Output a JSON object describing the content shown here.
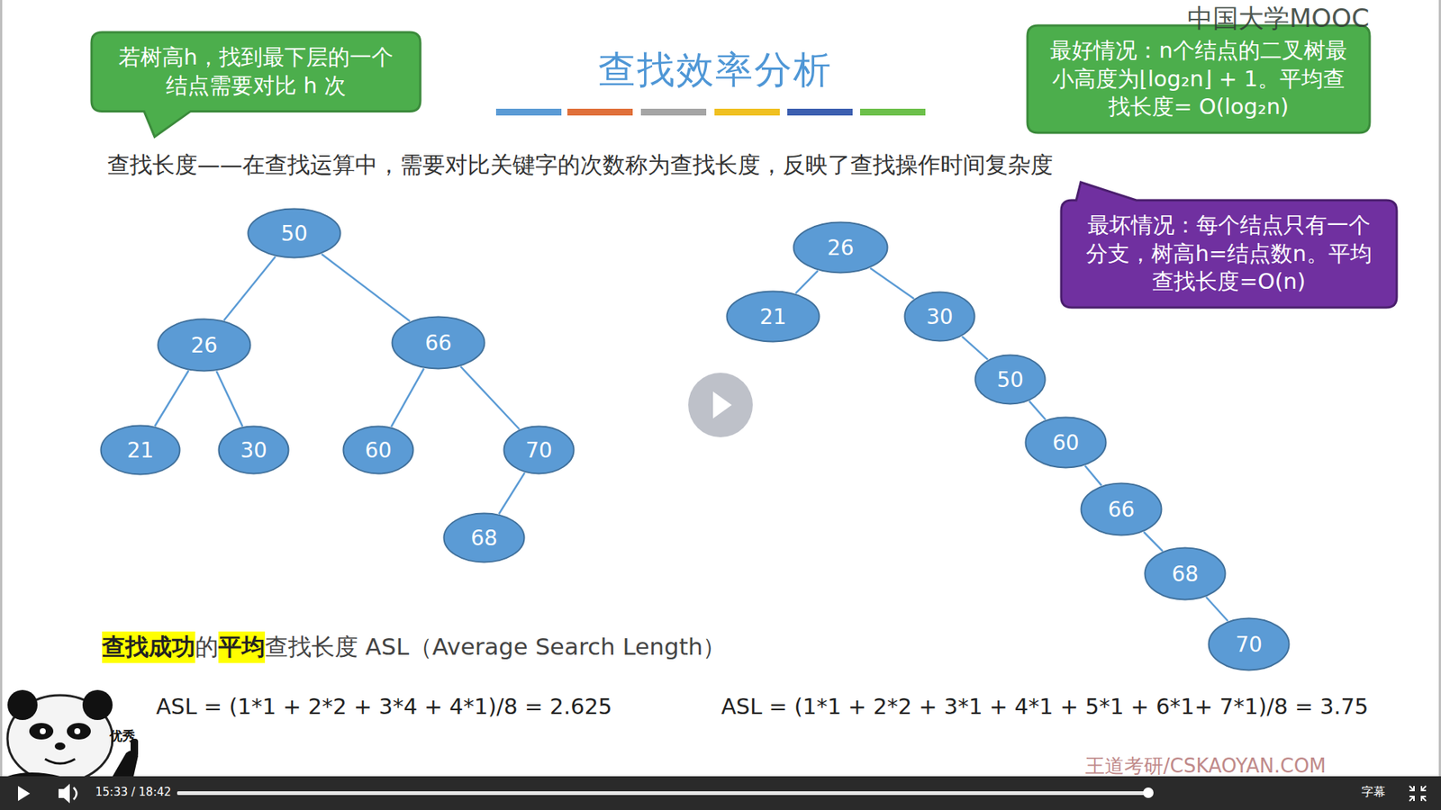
{
  "diagram": {
    "title": "查找效率分析",
    "nodes": [
      {
        "text": [
          "若树高h，找到最下层的一个结点需要对比 h 次"
        ]
      },
      {
        "text": [
          "最好情况：n个结点的二叉树最小高度为⌊log₂n⌋ + 1。平均查找长度= O(log₂n)"
        ]
      },
      {
        "text": [
          "最坏情况：每个结点只有一个分支，树高h=结点数n。平均查找长度=O(n)"
        ]
      },
      {
        "text": [
          "50"
        ]
      },
      {
        "text": [
          "26"
        ]
      },
      {
        "text": [
          "66"
        ]
      },
      {
        "text": [
          "21"
        ]
      },
      {
        "text": [
          "30"
        ]
      },
      {
        "text": [
          "60"
        ]
      },
      {
        "text": [
          "70"
        ]
      },
      {
        "text": [
          "68"
        ]
      },
      {
        "text": [
          "26"
        ]
      },
      {
        "text": [
          "21"
        ]
      },
      {
        "text": [
          "30"
        ]
      },
      {
        "text": [
          "50"
        ]
      },
      {
        "text": [
          "60"
        ]
      },
      {
        "text": [
          "66"
        ]
      },
      {
        "text": [
          "68"
        ]
      },
      {
        "text": [
          "70"
        ]
      }
    ],
    "edges": [
      {
        "from": 3,
        "to": 4,
        "arrow": "none"
      },
      {
        "from": 3,
        "to": 5,
        "arrow": "none"
      },
      {
        "from": 4,
        "to": 6,
        "arrow": "none"
      },
      {
        "from": 4,
        "to": 7,
        "arrow": "none"
      },
      {
        "from": 5,
        "to": 8,
        "arrow": "none"
      },
      {
        "from": 5,
        "to": 9,
        "arrow": "none"
      },
      {
        "from": 9,
        "to": 10,
        "arrow": "none"
      },
      {
        "from": 11,
        "to": 12,
        "arrow": "none"
      },
      {
        "from": 11,
        "to": 13,
        "arrow": "none"
      },
      {
        "from": 13,
        "to": 14,
        "arrow": "none"
      },
      {
        "from": 14,
        "to": 15,
        "arrow": "none"
      },
      {
        "from": 15,
        "to": 16,
        "arrow": "none"
      },
      {
        "from": 16,
        "to": 17,
        "arrow": "none"
      },
      {
        "from": 17,
        "to": 18,
        "arrow": "none"
      }
    ],
    "labels": [
      "查找长度——在查找运算中，需要对比关键字的次数称为查找长度，反映了查找操作时间复杂度",
      "查找成功",
      "的",
      "平均",
      "查找长度 ASL（Average Search Length）",
      "ASL = (1*1 + 2*2 + 3*4 + 4*1)/8 = 2.625",
      "ASL = (1*1 + 2*2 + 3*1 + 4*1 + 5*1 + 6*1+  7*1)/8 = 3.75",
      "优秀",
      "中国大学MOOC",
      "王道考研/CSKAOYAN.COM",
      "15:33 / 18:42",
      "字幕"
    ]
  }
}
